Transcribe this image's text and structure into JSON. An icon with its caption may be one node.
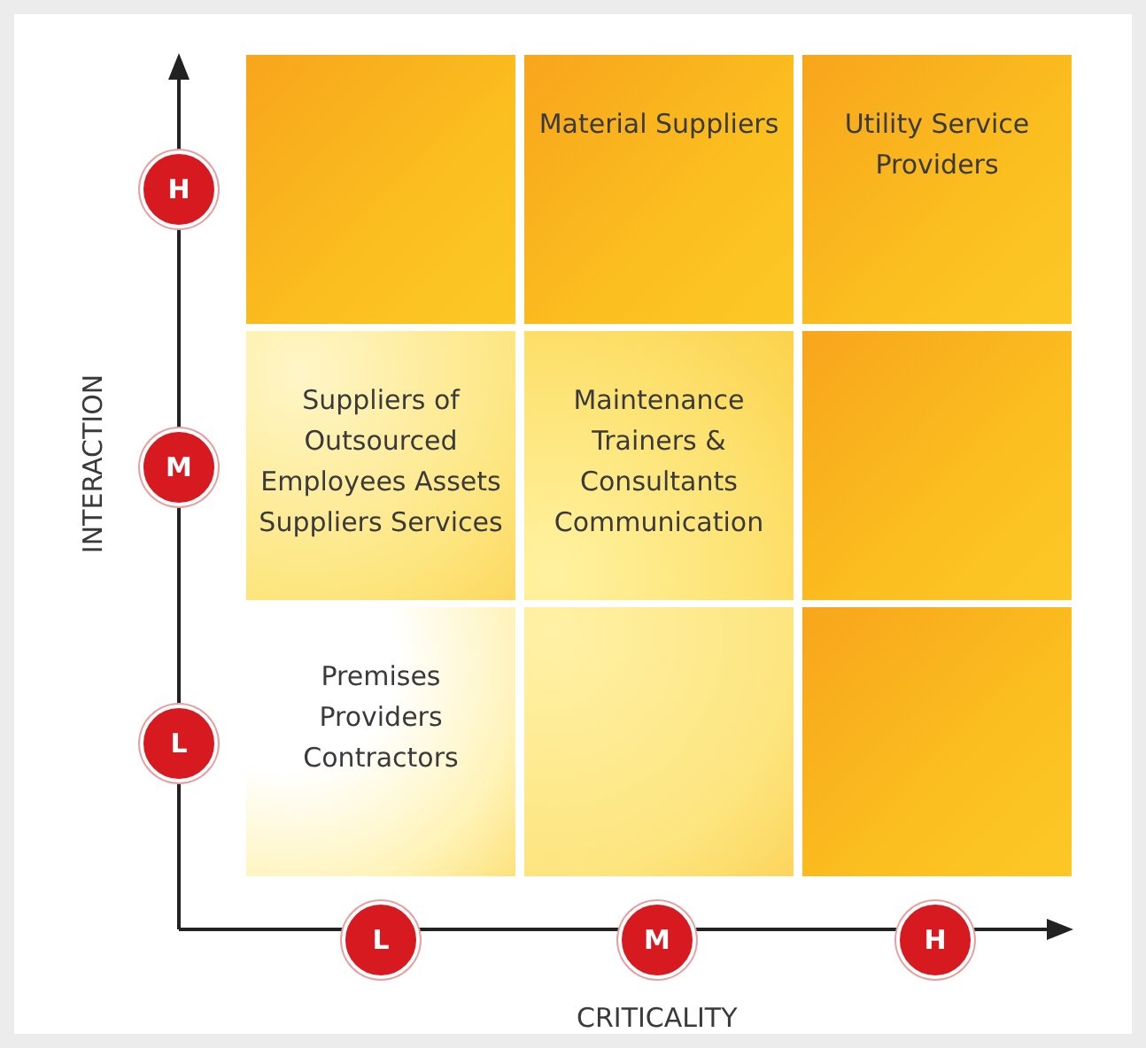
{
  "diagram": {
    "nodes": [
      {
        "text": [],
        "shape": "box"
      },
      {
        "text": [
          "Material Suppliers"
        ]
      },
      {
        "text": [
          "Utility Service Providers"
        ]
      },
      {
        "text": [
          "Suppliers of Outsourced Employees Assets Suppliers Services"
        ]
      },
      {
        "text": [
          "Maintenance Trainers & Consultants Communication"
        ]
      },
      {
        "text": [],
        "shape": "box"
      },
      {
        "text": [
          "Premises Providers Contractors"
        ]
      },
      {
        "text": [],
        "shape": "box"
      },
      {
        "text": [],
        "shape": "box"
      },
      {
        "text": [
          "H"
        ]
      },
      {
        "text": [
          "M"
        ]
      },
      {
        "text": [
          "L"
        ]
      },
      {
        "text": [
          "L"
        ]
      },
      {
        "text": [
          "M"
        ]
      },
      {
        "text": [
          "H"
        ]
      }
    ],
    "edges": [],
    "labels": [
      "INTERACTION",
      "CRITICALITY"
    ]
  }
}
